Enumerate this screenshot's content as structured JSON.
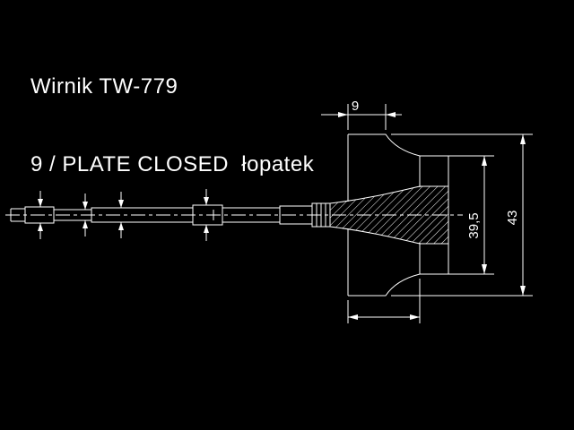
{
  "colors": {
    "background": "#000000",
    "line": "#ffffff"
  },
  "title": {
    "line1": "Wirnik TW-779",
    "line2": "9 / PLATE CLOSED  łopatek"
  },
  "drawing": {
    "type": "technical-drawing",
    "subject": "turbine rotor shaft with bladed wheel, sectioned hub",
    "dimensions": {
      "blade_tip_width": "9",
      "back_disc_diameter": "39,5",
      "tip_diameter": "43"
    }
  }
}
